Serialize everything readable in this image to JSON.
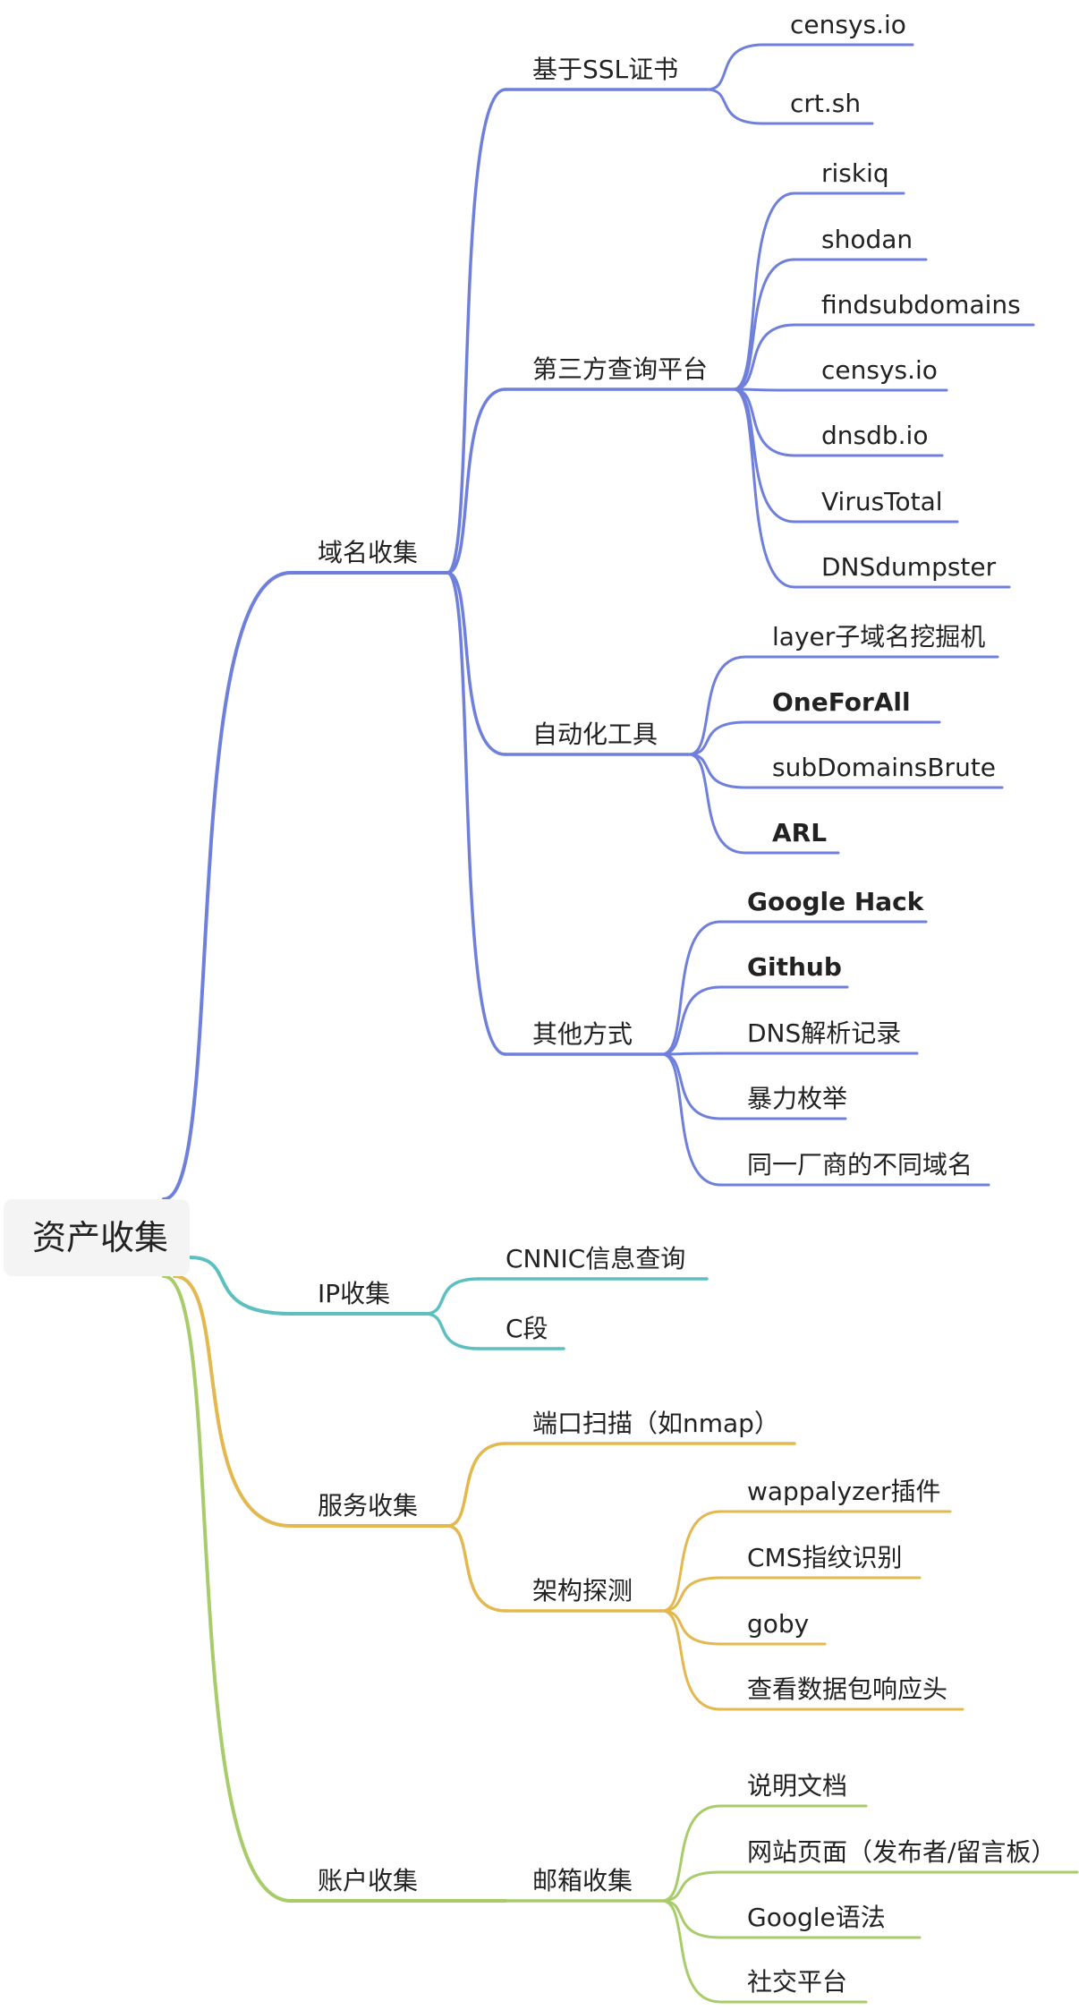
{
  "root": {
    "label": "资产收集"
  },
  "colors": {
    "domain": "#6f7fdc",
    "ip": "#5ebfc0",
    "service": "#e2b84f",
    "account": "#a8cc6a"
  },
  "branches": [
    {
      "key": "domain",
      "label": "域名收集",
      "children": [
        {
          "label": "基于SSL证书",
          "children": [
            {
              "label": "censys.io"
            },
            {
              "label": "crt.sh"
            }
          ]
        },
        {
          "label": "第三方查询平台",
          "children": [
            {
              "label": "riskiq"
            },
            {
              "label": "shodan"
            },
            {
              "label": "findsubdomains"
            },
            {
              "label": "censys.io"
            },
            {
              "label": "dnsdb.io"
            },
            {
              "label": "VirusTotal"
            },
            {
              "label": "DNSdumpster"
            }
          ]
        },
        {
          "label": "自动化工具",
          "children": [
            {
              "label": "layer子域名挖掘机"
            },
            {
              "label": "OneForAll",
              "bold": true
            },
            {
              "label": "subDomainsBrute"
            },
            {
              "label": "ARL",
              "bold": true
            }
          ]
        },
        {
          "label": "其他方式",
          "children": [
            {
              "label": "Google Hack",
              "bold": true
            },
            {
              "label": "Github",
              "bold": true
            },
            {
              "label": "DNS解析记录"
            },
            {
              "label": "暴力枚举"
            },
            {
              "label": "同一厂商的不同域名"
            }
          ]
        }
      ]
    },
    {
      "key": "ip",
      "label": "IP收集",
      "children": [
        {
          "label": "CNNIC信息查询"
        },
        {
          "label": "C段"
        }
      ]
    },
    {
      "key": "service",
      "label": "服务收集",
      "children": [
        {
          "label": "端口扫描（如nmap）"
        },
        {
          "label": "架构探测",
          "children": [
            {
              "label": "wappalyzer插件"
            },
            {
              "label": "CMS指纹识别"
            },
            {
              "label": "goby"
            },
            {
              "label": "查看数据包响应头"
            }
          ]
        }
      ]
    },
    {
      "key": "account",
      "label": "账户收集",
      "children": [
        {
          "label": "邮箱收集",
          "children": [
            {
              "label": "说明文档"
            },
            {
              "label": "网站页面（发布者/留言板）"
            },
            {
              "label": "Google语法"
            },
            {
              "label": "社交平台"
            }
          ]
        }
      ]
    }
  ]
}
